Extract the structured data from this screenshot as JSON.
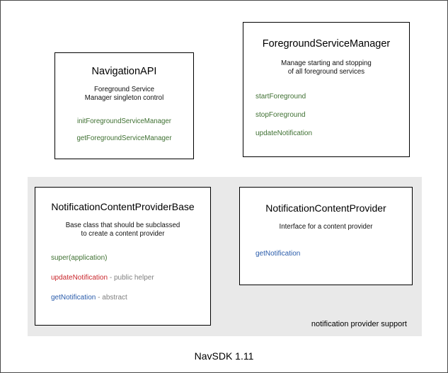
{
  "diagram": {
    "footer_caption": "NavSDK 1.11",
    "group": {
      "label": "notification provider support",
      "background": "#e9e9e9"
    },
    "colors": {
      "green": "#3f7032",
      "red": "#c9262c",
      "blue": "#2a5cab",
      "gray_annotation": "#808080",
      "box_border": "#000000",
      "page_background": "#ffffff"
    },
    "boxes": {
      "navigation_api": {
        "title": "NavigationAPI",
        "description_line1": "Foreground Service",
        "description_line2": "Manager singleton control",
        "members": [
          {
            "name": "initForegroundServiceManager",
            "color": "green",
            "annotation": ""
          },
          {
            "name": "getForegroundServiceManager",
            "color": "green",
            "annotation": ""
          }
        ]
      },
      "foreground_service_manager": {
        "title": "ForegroundServiceManager",
        "description_line1": "Manage starting and stopping",
        "description_line2": "of all foreground services",
        "members": [
          {
            "name": "startForeground",
            "color": "green",
            "annotation": ""
          },
          {
            "name": "stopForeground",
            "color": "green",
            "annotation": ""
          },
          {
            "name": "updateNotification",
            "color": "green",
            "annotation": ""
          }
        ]
      },
      "notification_content_provider_base": {
        "title": "NotificationContentProviderBase",
        "description_line1": "Base class that should be subclassed",
        "description_line2": "to create a content provider",
        "members": [
          {
            "name": "super(application)",
            "color": "green",
            "annotation": ""
          },
          {
            "name": "updateNotification",
            "color": "red",
            "annotation": " - public helper"
          },
          {
            "name": "getNotification",
            "color": "blue",
            "annotation": " - abstract"
          }
        ]
      },
      "notification_content_provider": {
        "title": "NotificationContentProvider",
        "description_line1": "Interface for a content provider",
        "description_line2": "",
        "members": [
          {
            "name": "getNotification",
            "color": "blue",
            "annotation": ""
          }
        ]
      }
    }
  }
}
